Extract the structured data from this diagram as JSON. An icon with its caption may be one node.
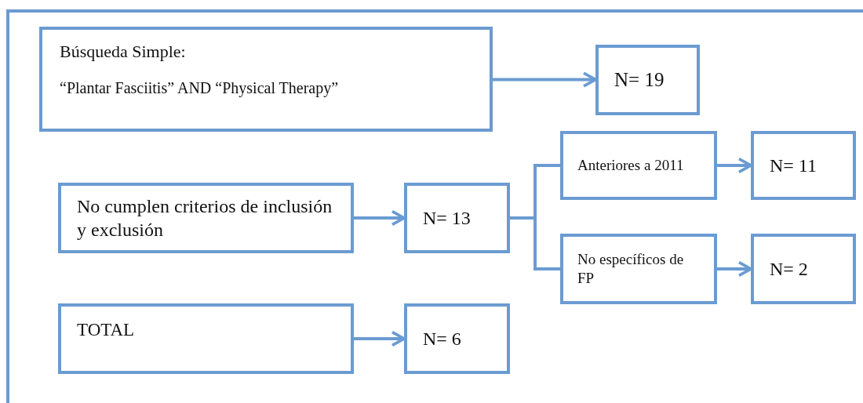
{
  "diagram": {
    "nodes": [
      {
        "text": [
          "Búsqueda Simple:",
          "“Plantar Fasciitis” AND “Physical Therapy”"
        ]
      },
      {
        "text": [
          "N= 19"
        ]
      },
      {
        "text": [
          "No cumplen criterios de inclusión y exclusión"
        ]
      },
      {
        "text": [
          "N= 13"
        ]
      },
      {
        "text": [
          "Anteriores a 2011"
        ]
      },
      {
        "text": [
          "N= 11"
        ]
      },
      {
        "text": [
          "No específicos de FP"
        ]
      },
      {
        "text": [
          "N= 2"
        ]
      },
      {
        "text": [
          "TOTAL"
        ]
      },
      {
        "text": [
          "N= 6"
        ]
      }
    ],
    "edges": [
      {
        "from": 0,
        "to": 1,
        "arrow": "to"
      },
      {
        "from": 2,
        "to": 3,
        "arrow": "to"
      },
      {
        "from": 3,
        "to": 4,
        "arrow": "none"
      },
      {
        "from": 3,
        "to": 6,
        "arrow": "none"
      },
      {
        "from": 4,
        "to": 5,
        "arrow": "to"
      },
      {
        "from": 6,
        "to": 7,
        "arrow": "to"
      },
      {
        "from": 8,
        "to": 9,
        "arrow": "to"
      }
    ]
  }
}
